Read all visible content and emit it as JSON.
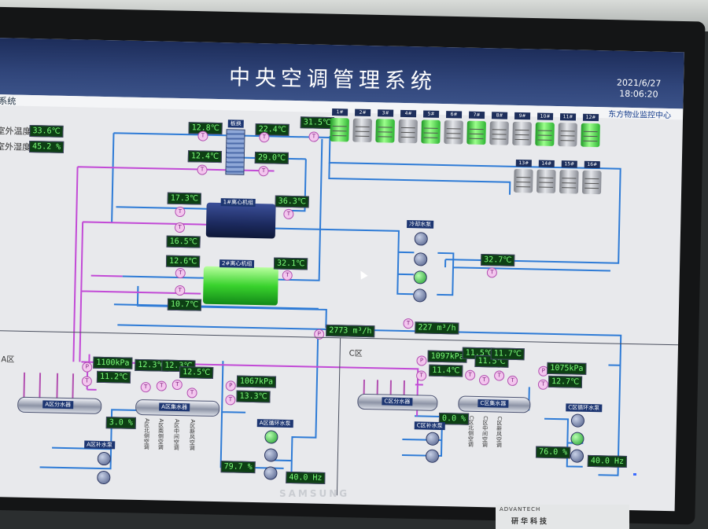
{
  "header": {
    "title": "中央空调管理系统",
    "date": "2021/6/27",
    "time": "18:06:20",
    "center_name": "东方物业监控中心",
    "corner_label": "系统"
  },
  "outdoor": {
    "temp_label": "室外温度",
    "temp_value": "33.6℃",
    "humidity_label": "室外湿度",
    "humidity_value": "45.2 %"
  },
  "readings": {
    "plate_in_top": "12.8℃",
    "plate_out_top": "22.4℃",
    "plate_in_bot": "12.4℃",
    "plate_out_bot": "29.0℃",
    "cooling_return": "31.5℃",
    "chiller1_left": "17.3℃",
    "chiller1_right": "36.3℃",
    "chiller1_bottom": "16.5℃",
    "chiller2_left": "12.6℃",
    "chiller2_right": "32.1℃",
    "chiller2_bottom": "10.7℃",
    "pump_group_out": "32.7℃",
    "flow_a": "2773 m³/h",
    "flow_b": "227 m³/h",
    "a_pressure": "1100kPa",
    "a_temp": "11.2℃",
    "a_pct": "3.0 %",
    "a_b1": "12.3℃",
    "a_b2": "12.3℃",
    "a_b3": "12.5℃",
    "a_right_pressure": "1067kPa",
    "a_right_temp": "13.3℃",
    "a_bottom_pct": "79.7 %",
    "a_hz": "40.0 Hz",
    "c_pressure": "1097kPa",
    "c_temp": "11.4℃",
    "c_b1": "11.5℃",
    "c_b2": "11.5℃",
    "c_b3": "11.7℃",
    "c_right_pressure": "1075kPa",
    "c_right_temp": "12.7℃",
    "c_pct": "0.0 %",
    "c_bottom_pct": "76.0 %",
    "c_hz": "40.0 Hz"
  },
  "labels": {
    "plate": "板换",
    "chiller1": "1#离心机组",
    "chiller2": "2#离心机组",
    "pump_group": "冷却水泵",
    "a_zone": "A区",
    "c_zone": "C区",
    "a_sep": "A区分水器",
    "a_col": "A区集水器",
    "a_pump_left": "A区补水泵",
    "a_pump_right": "A区循环水泵",
    "c_sep": "C区分水器",
    "c_col": "C区集水器",
    "c_pump_left": "C区补水泵",
    "c_pump_right": "C区循环水泵",
    "a_v1": "A区北侧空调",
    "a_v2": "A区南侧空调",
    "a_v3": "A区中间空调",
    "a_v4": "A区新风空调",
    "c_v1": "C区北侧空调",
    "c_v2": "C区中间空调",
    "c_v3": "C区新风空调"
  },
  "towers_row1": [
    {
      "id": "1#",
      "on": true
    },
    {
      "id": "2#",
      "on": false
    },
    {
      "id": "3#",
      "on": true
    },
    {
      "id": "4#",
      "on": false
    },
    {
      "id": "5#",
      "on": true
    },
    {
      "id": "6#",
      "on": false
    },
    {
      "id": "7#",
      "on": true
    },
    {
      "id": "8#",
      "on": false
    },
    {
      "id": "9#",
      "on": false
    },
    {
      "id": "10#",
      "on": true
    },
    {
      "id": "11#",
      "on": false
    },
    {
      "id": "12#",
      "on": true
    }
  ],
  "towers_row2": [
    {
      "id": "13#",
      "on": false
    },
    {
      "id": "14#",
      "on": false
    },
    {
      "id": "15#",
      "on": false
    },
    {
      "id": "16#",
      "on": false
    }
  ],
  "monitor_brand": "SAMSUNG",
  "box": {
    "brand": "ADVANTECH",
    "name": "研华科技"
  },
  "colors": {
    "blue_pipe": "#2e7bd6",
    "pink_pipe": "#c24ad6",
    "value_bg": "#0d3f14",
    "value_fg": "#7dff7a",
    "header_bg": "#1d2d5a"
  }
}
